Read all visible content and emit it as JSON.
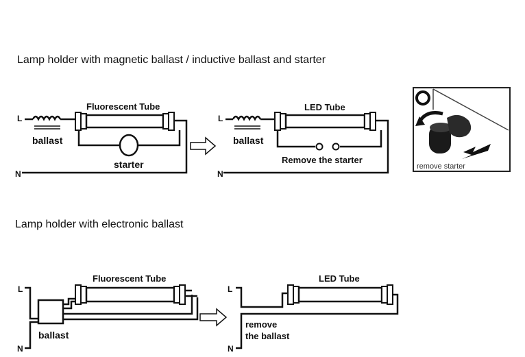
{
  "section_magnetic": {
    "heading": "Lamp holder with magnetic ballast / inductive ballast and starter",
    "before": {
      "line_label": "L",
      "neutral_label": "N",
      "tube_label": "Fluorescent Tube",
      "ballast_label": "ballast",
      "starter_label": "starter"
    },
    "after": {
      "line_label": "L",
      "neutral_label": "N",
      "tube_label": "LED Tube",
      "ballast_label": "ballast",
      "action_label": "Remove the starter"
    },
    "photo_caption": "remove starter"
  },
  "section_electronic": {
    "heading": "Lamp holder with electronic ballast",
    "before": {
      "line_label": "L",
      "neutral_label": "N",
      "tube_label": "Fluorescent Tube",
      "ballast_label": "ballast"
    },
    "after": {
      "line_label": "L",
      "neutral_label": "N",
      "tube_label": "LED Tube",
      "action_line1": "remove",
      "action_line2": "the ballast"
    }
  },
  "colors": {
    "ink": "#111111",
    "background": "#ffffff"
  }
}
